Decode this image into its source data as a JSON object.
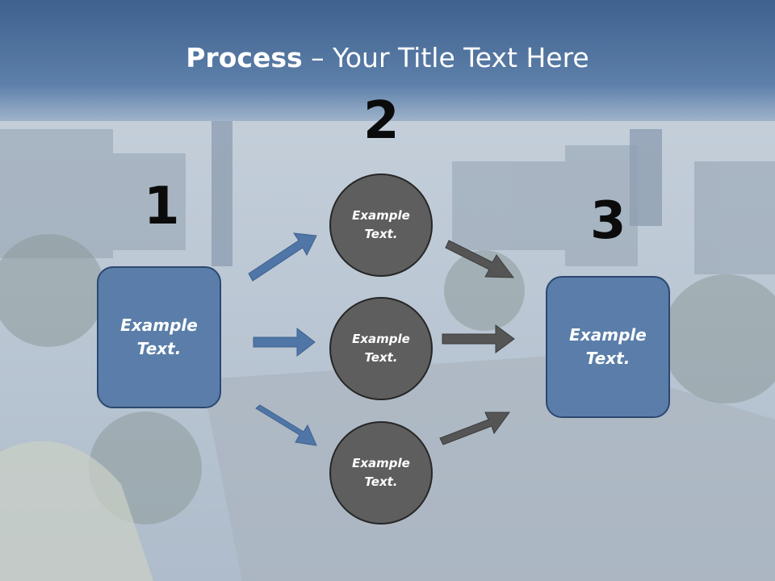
{
  "title": {
    "bold": "Process",
    "rest": " – Your Title Text Here"
  },
  "steps": {
    "one": {
      "number": "1",
      "text_line1": "Example",
      "text_line2": "Text."
    },
    "two": {
      "number": "2"
    },
    "three": {
      "number": "3",
      "text_line1": "Example",
      "text_line2": "Text."
    }
  },
  "circles": [
    {
      "text_line1": "Example",
      "text_line2": "Text."
    },
    {
      "text_line1": "Example",
      "text_line2": "Text."
    },
    {
      "text_line1": "Example",
      "text_line2": "Text."
    }
  ],
  "colors": {
    "box_fill": "#5a7ea9",
    "circle_fill": "#5e5e5e",
    "blue_arrow": "#4f76a6",
    "gray_arrow": "#555555",
    "header": "#4c6f9c"
  }
}
